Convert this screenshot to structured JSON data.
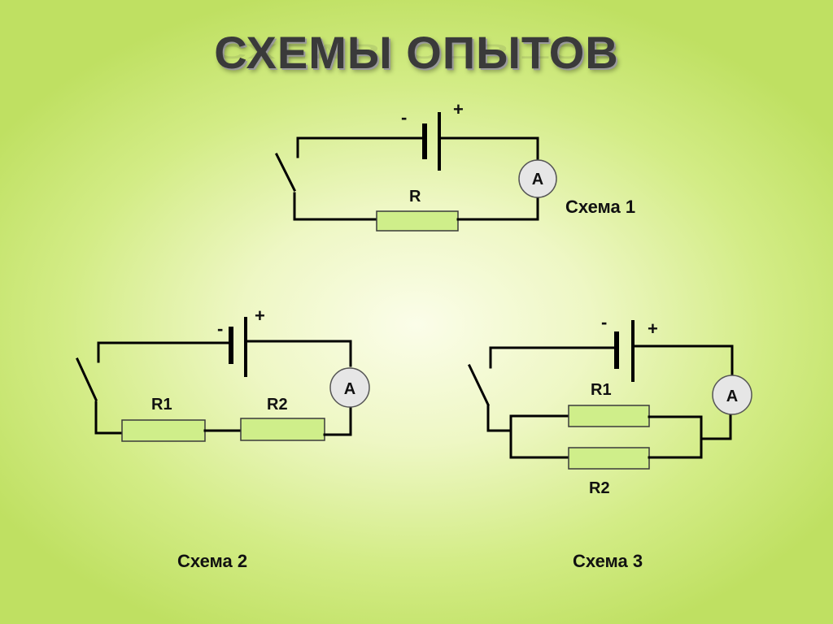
{
  "title": "СХЕМЫ ОПЫТОВ",
  "schemes": [
    {
      "caption": "Схема 1",
      "battery": {
        "minus": "-",
        "plus": "+"
      },
      "ammeter": "A",
      "resistors": [
        "R"
      ]
    },
    {
      "caption": "Схема 2",
      "battery": {
        "minus": "-",
        "plus": "+"
      },
      "ammeter": "A",
      "resistors": [
        "R1",
        "R2"
      ],
      "connection": "series"
    },
    {
      "caption": "Схема 3",
      "battery": {
        "minus": "-",
        "plus": "+"
      },
      "ammeter": "A",
      "resistors": [
        "R1",
        "R2"
      ],
      "connection": "parallel"
    }
  ],
  "colors": {
    "resistor_fill": "#cfee8a",
    "ammeter_fill": "#e6e6e6",
    "background_center": "#fbfde9",
    "background_edge": "#bfe062"
  }
}
